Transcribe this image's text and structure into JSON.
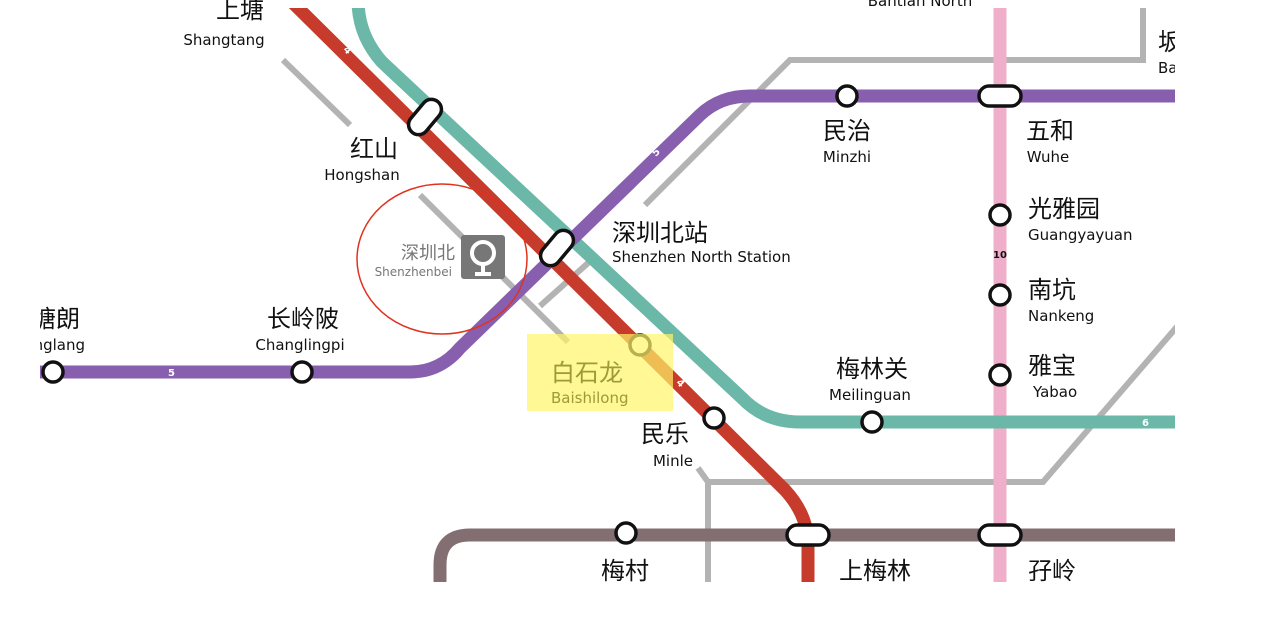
{
  "map": {
    "colors": {
      "line4": "#c63b2b",
      "line5": "#875fae",
      "line6": "#6bb8a8",
      "line10": "#efafca",
      "line9": "#836f72",
      "other": "#b3b3b3",
      "highlight": "#fff566",
      "circle": "#e0321f"
    },
    "line_labels": {
      "l4": "4",
      "l5": "5",
      "l6": "6",
      "l10": "10"
    },
    "stations": {
      "bantian_north": {
        "en": "Bantian North"
      },
      "shangtang": {
        "zh": "上塘",
        "en": "Shangtang"
      },
      "hongshan": {
        "zh": "红山",
        "en": "Hongshan"
      },
      "shenzhenbei": {
        "zh": "深圳北",
        "en": "Shenzhenbei"
      },
      "shenzhen_north": {
        "zh": "深圳北站",
        "en": "Shenzhen North Station"
      },
      "minzhi": {
        "zh": "民治",
        "en": "Minzhi"
      },
      "wuhe": {
        "zh": "五和",
        "en": "Wuhe"
      },
      "bantian": {
        "zh": "坂",
        "en": "Ba"
      },
      "guangyayuan": {
        "zh": "光雅园",
        "en": "Guangyayuan"
      },
      "nankeng": {
        "zh": "南坑",
        "en": "Nankeng"
      },
      "yabao": {
        "zh": "雅宝",
        "en": "Yabao"
      },
      "tanglang": {
        "zh": "塘朗",
        "en": "Tanglang"
      },
      "changlingpi": {
        "zh": "长岭陂",
        "en": "Changlingpi"
      },
      "baishilong": {
        "zh": "白石龙",
        "en": "Baishilong"
      },
      "minle": {
        "zh": "民乐",
        "en": "Minle"
      },
      "meilinguan": {
        "zh": "梅林关",
        "en": "Meilinguan"
      },
      "meicun": {
        "zh": "梅村"
      },
      "shangmeilin": {
        "zh": "上梅林"
      },
      "maling": {
        "zh": "孖岭"
      }
    },
    "icons": {
      "railway": "china-railway-icon"
    }
  }
}
